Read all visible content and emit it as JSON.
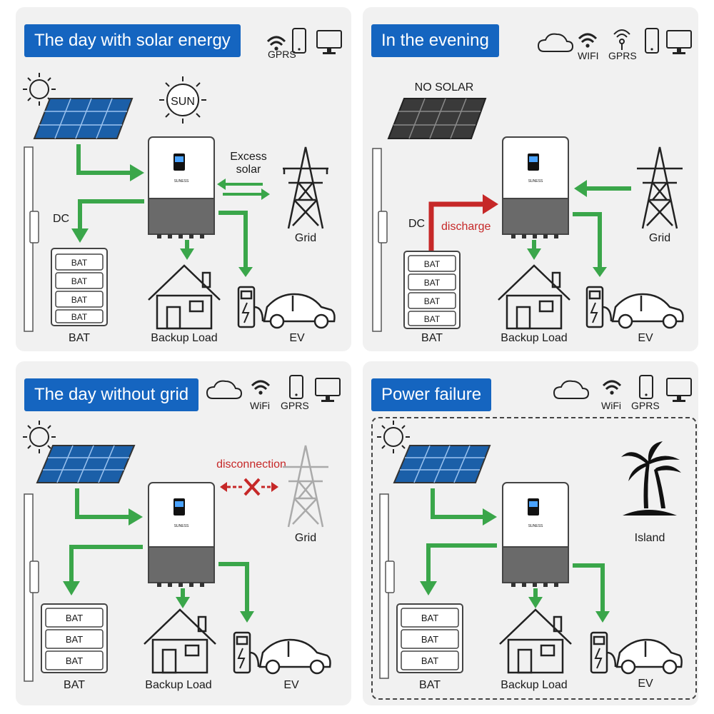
{
  "panels": [
    {
      "title": "The day with solar energy",
      "status_icons": [
        "GPRS",
        "",
        ""
      ],
      "sun_label": "SUN",
      "excess_label_1": "Excess",
      "excess_label_2": "solar",
      "dc_label": "DC",
      "grid_label": "Grid",
      "battery_cells": [
        "BAT",
        "BAT",
        "BAT",
        "BAT"
      ],
      "bat_label": "BAT",
      "backup_label": "Backup Load",
      "ev_label": "EV"
    },
    {
      "title": "In the evening",
      "status_icons": [
        "WIFI",
        "GPRS"
      ],
      "no_solar_label": "NO SOLAR",
      "dc_label": "DC",
      "discharge_label": "discharge",
      "grid_label": "Grid",
      "battery_cells": [
        "BAT",
        "BAT",
        "BAT",
        "BAT"
      ],
      "bat_label": "BAT",
      "backup_label": "Backup Load",
      "ev_label": "EV"
    },
    {
      "title": "The day without grid",
      "status_icons": [
        "WiFi",
        "GPRS"
      ],
      "disconnection_label": "disconnection",
      "grid_label": "Grid",
      "battery_cells": [
        "BAT",
        "BAT",
        "BAT"
      ],
      "bat_label": "BAT",
      "backup_label": "Backup Load",
      "ev_label": "EV"
    },
    {
      "title": "Power failure",
      "status_icons": [
        "WiFi",
        "GPRS"
      ],
      "island_label": "Island",
      "battery_cells": [
        "BAT",
        "BAT",
        "BAT"
      ],
      "bat_label": "BAT",
      "backup_label": "Backup Load",
      "ev_label": "EV"
    }
  ],
  "inverter_brand": "SUNESS",
  "colors": {
    "title_bg": "#1565c0",
    "flow_green": "#3aa64a",
    "discharge_red": "#c62828",
    "panel_bg": "#f1f1f1"
  }
}
